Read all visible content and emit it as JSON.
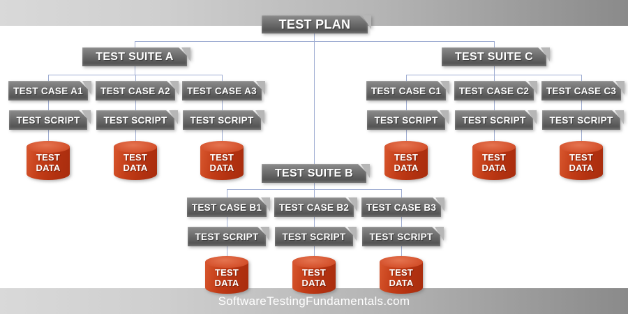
{
  "diagram": {
    "plan": {
      "label": "TEST PLAN"
    },
    "suites": [
      {
        "label": "TEST SUITE A",
        "cases": [
          {
            "label": "TEST CASE A1",
            "script": "TEST SCRIPT",
            "data": "TEST DATA"
          },
          {
            "label": "TEST CASE A2",
            "script": "TEST SCRIPT",
            "data": "TEST DATA"
          },
          {
            "label": "TEST CASE A3",
            "script": "TEST SCRIPT",
            "data": "TEST DATA"
          }
        ]
      },
      {
        "label": "TEST SUITE B",
        "cases": [
          {
            "label": "TEST CASE B1",
            "script": "TEST SCRIPT",
            "data": "TEST DATA"
          },
          {
            "label": "TEST CASE B2",
            "script": "TEST SCRIPT",
            "data": "TEST DATA"
          },
          {
            "label": "TEST CASE B3",
            "script": "TEST SCRIPT",
            "data": "TEST DATA"
          }
        ]
      },
      {
        "label": "TEST SUITE C",
        "cases": [
          {
            "label": "TEST CASE C1",
            "script": "TEST SCRIPT",
            "data": "TEST DATA"
          },
          {
            "label": "TEST CASE C2",
            "script": "TEST SCRIPT",
            "data": "TEST DATA"
          },
          {
            "label": "TEST CASE C3",
            "script": "TEST SCRIPT",
            "data": "TEST DATA"
          }
        ]
      }
    ],
    "footer": "SoftwareTestingFundamentals.com",
    "colors": {
      "bar_gray_top": "#8b8b8b",
      "bar_gray_bottom": "#4a4a4a",
      "fold_gray": "#b6b6b6",
      "cylinder_red": "#b23110",
      "cylinder_top_red": "#d65530",
      "connector_blue": "#9fadd2",
      "band_gray_light": "#d9d9d9",
      "band_gray_dark": "#8a8a8a",
      "label_white": "#ffffff"
    }
  }
}
